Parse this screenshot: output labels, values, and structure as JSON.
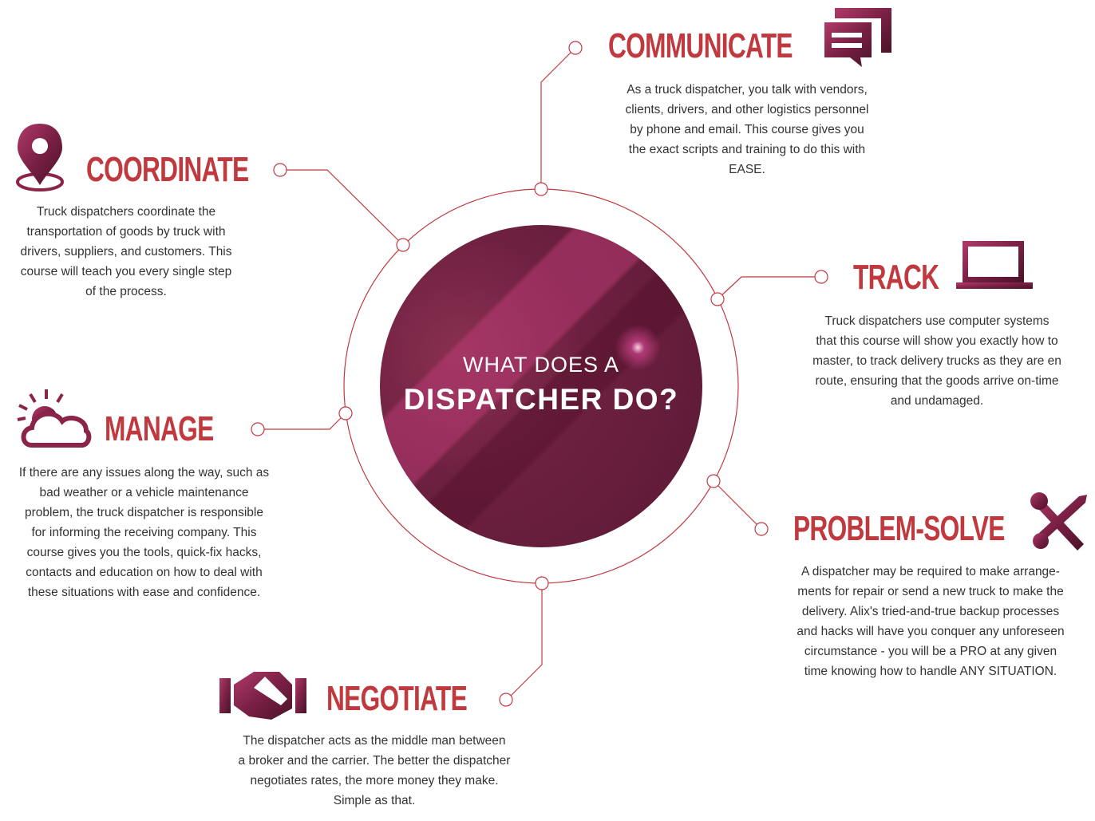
{
  "center": {
    "line1": "WHAT DOES A",
    "line2": "DISPATCHER DO?"
  },
  "colors": {
    "accent": "#c0393f",
    "icon_dark": "#5a1a35",
    "icon_mid": "#9b2a5a",
    "line": "#c0393f"
  },
  "sections": {
    "communicate": {
      "title": "COMMUNICATE",
      "icon": "chat-bubbles-icon",
      "lines": [
        "As a truck dispatcher, you talk with vendors,",
        "clients, drivers, and other logistics personnel",
        "by phone and email. This course gives you",
        "the exact scripts and training to do this with",
        "EASE."
      ]
    },
    "coordinate": {
      "title": "COORDINATE",
      "icon": "map-pin-icon",
      "lines": [
        "Truck dispatchers coordinate the",
        "transportation of goods by truck with",
        "drivers, suppliers, and customers. This",
        "course will teach you every single step",
        "of the process."
      ]
    },
    "track": {
      "title": "TRACK",
      "icon": "laptop-icon",
      "lines": [
        "Truck dispatchers use computer systems",
        "that this course will show you exactly how to",
        "master, to track delivery trucks as they are en",
        "route, ensuring that the goods arrive on-time",
        "and undamaged."
      ]
    },
    "manage": {
      "title": "MANAGE",
      "icon": "sun-cloud-icon",
      "lines": [
        "If there are any issues along the way, such as",
        "bad weather or a vehicle maintenance",
        "problem, the truck dispatcher is responsible",
        "for informing the receiving company. This",
        "course gives you the tools, quick-fix hacks,",
        "contacts and education on how to deal with",
        "these situations with ease and confidence."
      ]
    },
    "problem_solve": {
      "title": "PROBLEM-SOLVE",
      "icon": "wrench-screwdriver-icon",
      "lines": [
        "A dispatcher may be required to make arrange-",
        "ments for repair or send a new truck to make the",
        "delivery. Alix's tried-and-true backup processes",
        "and hacks will have you conquer any unforeseen",
        "circumstance - you will be a PRO at any given",
        "time knowing how to handle ANY SITUATION."
      ]
    },
    "negotiate": {
      "title": "NEGOTIATE",
      "icon": "handshake-icon",
      "lines": [
        "The dispatcher acts as the middle man between",
        "a broker and the carrier. The better the dispatcher",
        "negotiates rates, the more money they make.",
        "Simple as that."
      ]
    }
  }
}
